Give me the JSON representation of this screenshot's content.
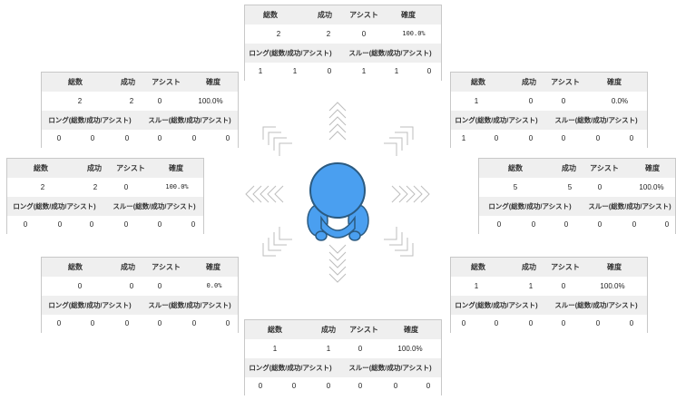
{
  "headers": {
    "total": "総数",
    "success": "成功",
    "assist": "アシスト",
    "accuracy": "確度",
    "long": "ロング(総数/成功/アシスト)",
    "through": "スルー(総数/成功/アシスト)"
  },
  "panels": {
    "top": {
      "total": "2",
      "success": "2",
      "assist": "0",
      "accuracy": "100.0%",
      "long_total": "1",
      "long_success": "1",
      "long_assist": "0",
      "through_total": "1",
      "through_success": "1",
      "through_assist": "0"
    },
    "upper_left": {
      "total": "2",
      "success": "2",
      "assist": "0",
      "accuracy": "100.0%",
      "long_total": "0",
      "long_success": "0",
      "long_assist": "0",
      "through_total": "0",
      "through_success": "0",
      "through_assist": "0"
    },
    "upper_right": {
      "total": "1",
      "success": "0",
      "assist": "0",
      "accuracy": "0.0%",
      "long_total": "1",
      "long_success": "0",
      "long_assist": "0",
      "through_total": "0",
      "through_success": "0",
      "through_assist": "0"
    },
    "left": {
      "total": "2",
      "success": "2",
      "assist": "0",
      "accuracy": "100.0%",
      "long_total": "0",
      "long_success": "0",
      "long_assist": "0",
      "through_total": "0",
      "through_success": "0",
      "through_assist": "0"
    },
    "right": {
      "total": "5",
      "success": "5",
      "assist": "0",
      "accuracy": "100.0%",
      "long_total": "0",
      "long_success": "0",
      "long_assist": "0",
      "through_total": "0",
      "through_success": "0",
      "through_assist": "0"
    },
    "lower_left": {
      "total": "0",
      "success": "0",
      "assist": "0",
      "accuracy": "0.0%",
      "long_total": "0",
      "long_success": "0",
      "long_assist": "0",
      "through_total": "0",
      "through_success": "0",
      "through_assist": "0"
    },
    "lower_right": {
      "total": "1",
      "success": "1",
      "assist": "0",
      "accuracy": "100.0%",
      "long_total": "0",
      "long_success": "0",
      "long_assist": "0",
      "through_total": "0",
      "through_success": "0",
      "through_assist": "0"
    },
    "bottom": {
      "total": "1",
      "success": "1",
      "assist": "0",
      "accuracy": "100.0%",
      "long_total": "0",
      "long_success": "0",
      "long_assist": "0",
      "through_total": "0",
      "through_success": "0",
      "through_assist": "0"
    }
  },
  "icons": {
    "player": "player-top-view-icon",
    "arrows": "direction-chevron-icon"
  },
  "colors": {
    "player_blue": "#4a9ff0",
    "player_outline": "#2b5a80",
    "chevron": "#bdbdbd"
  }
}
